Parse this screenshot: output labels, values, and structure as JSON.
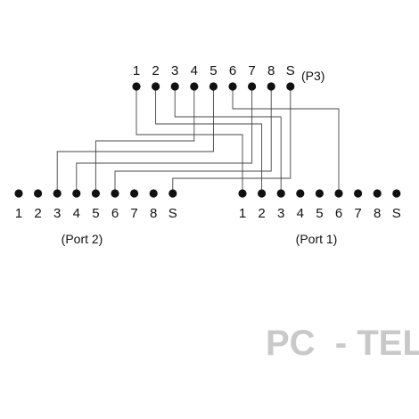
{
  "connectors": {
    "p3": {
      "name": "(P3)",
      "pins": [
        "1",
        "2",
        "3",
        "4",
        "5",
        "6",
        "7",
        "8",
        "S"
      ]
    },
    "port2": {
      "name": "(Port 2)",
      "pins": [
        "1",
        "2",
        "3",
        "4",
        "5",
        "6",
        "7",
        "8",
        "S"
      ]
    },
    "port1": {
      "name": "(Port 1)",
      "pins": [
        "1",
        "2",
        "3",
        "4",
        "5",
        "6",
        "7",
        "8",
        "S"
      ]
    }
  },
  "wiring": [
    {
      "from": {
        "connector": "p3",
        "pin": "1"
      },
      "to": {
        "connector": "port1",
        "pin": "1"
      }
    },
    {
      "from": {
        "connector": "p3",
        "pin": "2"
      },
      "to": {
        "connector": "port1",
        "pin": "2"
      }
    },
    {
      "from": {
        "connector": "p3",
        "pin": "3"
      },
      "to": {
        "connector": "port1",
        "pin": "3"
      }
    },
    {
      "from": {
        "connector": "p3",
        "pin": "4"
      },
      "to": {
        "connector": "port2",
        "pin": "5"
      }
    },
    {
      "from": {
        "connector": "p3",
        "pin": "5"
      },
      "to": {
        "connector": "port2",
        "pin": "3"
      }
    },
    {
      "from": {
        "connector": "p3",
        "pin": "6"
      },
      "to": {
        "connector": "port1",
        "pin": "6"
      }
    },
    {
      "from": {
        "connector": "p3",
        "pin": "7"
      },
      "to": {
        "connector": "port2",
        "pin": "4"
      }
    },
    {
      "from": {
        "connector": "p3",
        "pin": "8"
      },
      "to": {
        "connector": "port2",
        "pin": "6"
      }
    },
    {
      "from": {
        "connector": "p3",
        "pin": "S"
      },
      "to": {
        "connector": "port2",
        "pin": "S"
      }
    }
  ],
  "watermark": "PC  - TEL",
  "colors": {
    "pin": "#111111",
    "wire": "#444444",
    "watermark": "#c9c9c9"
  }
}
